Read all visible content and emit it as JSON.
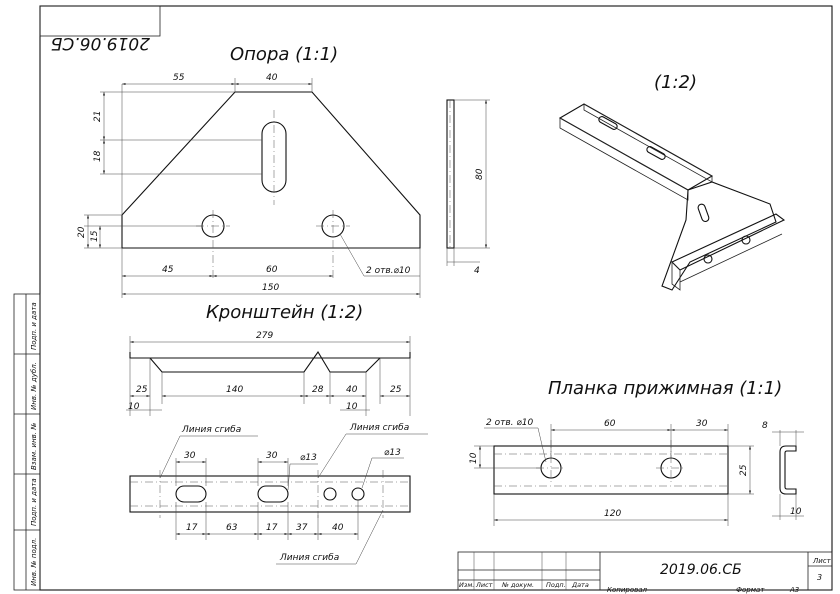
{
  "sheet": {
    "stamp_code": "2019.06.СБ",
    "stamp_code_mirrored": "2019.06.СБ",
    "sheet_label": "Лист",
    "sheet_number": "3",
    "header_cells": [
      "Изм.",
      "Лист",
      "№ докум.",
      "Подп.",
      "Дата"
    ],
    "copied_label": "Копировал",
    "format_label": "Формат",
    "format_value": "А3",
    "side_labels": [
      "Подп. и дата",
      "Инв. № дубл.",
      "Взам. инв. №",
      "Подп. и дата",
      "Инв. № подл."
    ]
  },
  "opora": {
    "title": "Опора (1:1)",
    "dims": {
      "top_left": "55",
      "top_right": "40",
      "left_21": "21",
      "left_18": "18",
      "left_20": "20",
      "left_15": "15",
      "bottom_45": "45",
      "bottom_60": "60",
      "bottom_150": "150",
      "holes": "2 отв.⌀10",
      "side_80": "80",
      "side_4": "4"
    }
  },
  "iso": {
    "title": "(1:2)"
  },
  "kronshtein": {
    "title": "Кронштейн (1:2)",
    "dims": {
      "total": "279",
      "d25a": "25",
      "d10a": "10",
      "d140": "140",
      "d28": "28",
      "d40a": "40",
      "d10b": "10",
      "d25b": "25",
      "d30a": "30",
      "d30b": "30",
      "d13a": "⌀13",
      "d13b": "⌀13",
      "d17a": "17",
      "d63": "63",
      "d17b": "17",
      "d37": "37",
      "d40b": "40"
    },
    "fold_lines": [
      "Линия сгиба",
      "Линия сгиба",
      "Линия сгиба"
    ]
  },
  "planka": {
    "title": "Планка прижимная (1:1)",
    "dims": {
      "holes": "2 отв. ⌀10",
      "d60": "60",
      "d30": "30",
      "d10": "10",
      "d25": "25",
      "d120": "120",
      "d8": "8",
      "d10b": "10"
    }
  }
}
